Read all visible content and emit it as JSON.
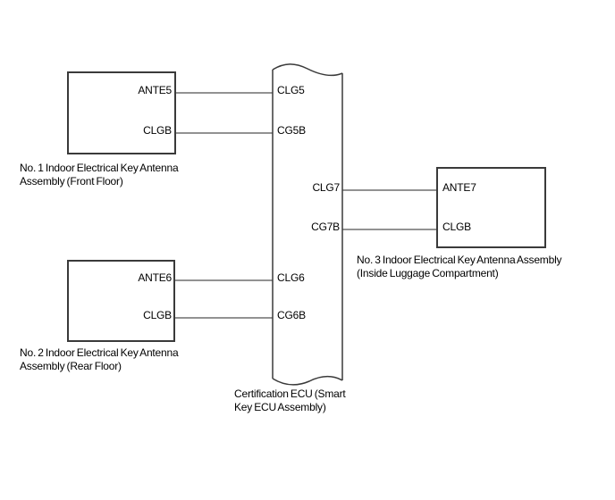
{
  "diagram": {
    "colors": {
      "background": "#ffffff",
      "box_stroke": "#3a3a3a",
      "ecu_stroke": "#3a3a3a",
      "wire": "#6f6f6f",
      "text": "#000000"
    },
    "antenna1": {
      "port_top": "ANTE5",
      "port_bottom": "CLGB",
      "caption": [
        "No. 1 Indoor Electrical Key Antenna",
        "Assembly (Front Floor)"
      ]
    },
    "antenna2": {
      "port_top": "ANTE6",
      "port_bottom": "CLGB",
      "caption": [
        "No. 2 Indoor Electrical Key Antenna",
        "Assembly (Rear Floor)"
      ]
    },
    "antenna3": {
      "port_top": "ANTE7",
      "port_bottom": "CLGB",
      "caption": [
        "No. 3 Indoor Electrical Key Antenna Assembly",
        "(Inside Luggage Compartment)"
      ]
    },
    "ecu": {
      "left_ports": [
        "CLG5",
        "CG5B",
        "CLG6",
        "CG6B"
      ],
      "right_ports": [
        "CLG7",
        "CG7B"
      ],
      "caption": [
        "Certification ECU (Smart",
        "Key ECU Assembly)"
      ]
    }
  }
}
